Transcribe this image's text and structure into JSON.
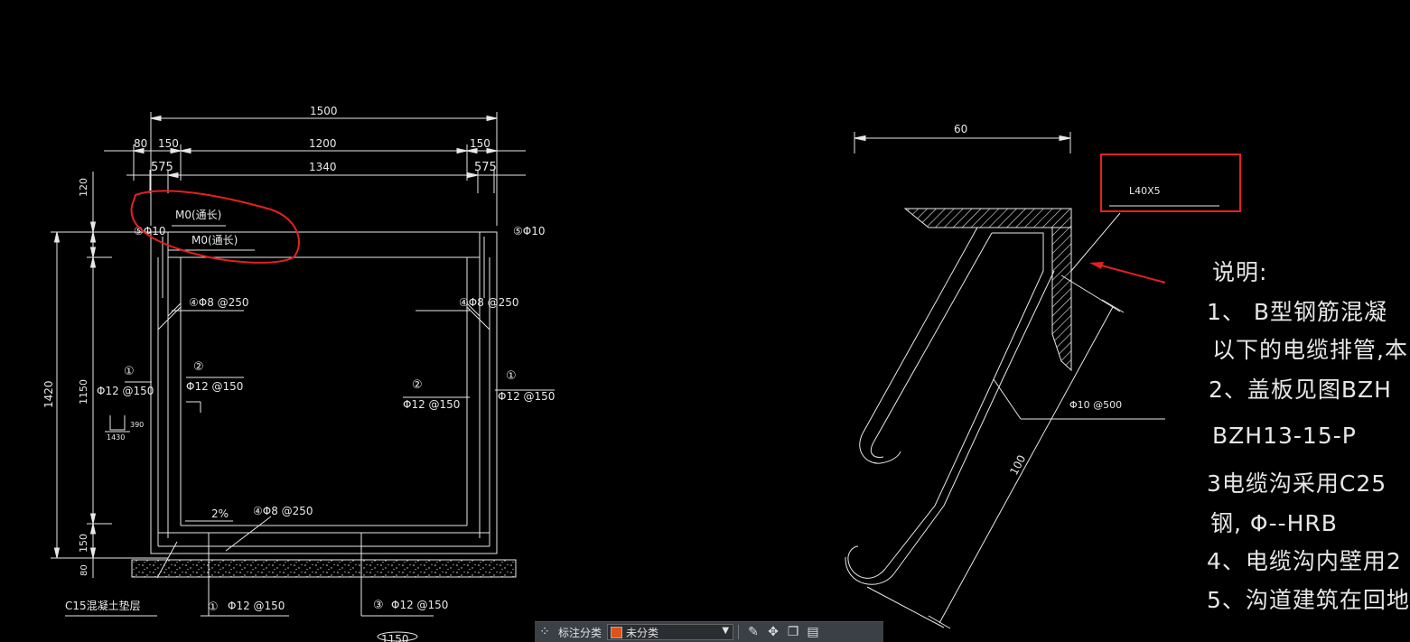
{
  "drawing": {
    "left": {
      "dim_total": "1500",
      "dim_left_80": "80",
      "dim_left_150": "150",
      "dim_mid_1200": "1200",
      "dim_right_150": "150",
      "dim_575_left": "575",
      "dim_1340": "1340",
      "dim_575_right": "575",
      "dim_v_120": "120",
      "dim_v_1420": "1420",
      "dim_v_1150": "1150",
      "dim_v_150": "150",
      "dim_v_80": "80",
      "label_m0_1": "M0(通长)",
      "label_m0_2": "M0(通长)",
      "rebar_phi10_left": "⑤Φ10",
      "rebar_phi10_right": "⑤Φ10",
      "rebar_phi8_left": "④Φ8 @250",
      "rebar_phi8_right": "④Φ8 @250",
      "circle1_left": "①",
      "rebar_12_150_left": "Φ12 @150",
      "circle2_left": "②",
      "rebar_12_150_inner_left": "Φ12 @150",
      "circle2_right": "②",
      "rebar_12_150_inner_right": "Φ12 @150",
      "circle1_right": "①",
      "rebar_12_150_right": "Φ12 @150",
      "slope": "2%",
      "rebar_phi8_bottom": "④Φ8 @250",
      "bottom_c1": "①",
      "bottom_c1_rebar": "Φ12 @150",
      "bottom_c3": "③",
      "bottom_c3_rebar": "Φ12 @150",
      "c15_label": "C15混凝土垫层",
      "detail_1430": "1430",
      "detail_390": "390",
      "bottom_partial": "1150"
    },
    "right": {
      "dim_60": "60",
      "angle_label": "L40X5",
      "rebar_label": "Φ10 @500",
      "dim_100": "100"
    }
  },
  "notes": {
    "title": "说明:",
    "line1": "1、 B型钢筋混凝",
    "line2": "以下的电缆排管,本",
    "line3": "2、盖板见图BZH",
    "line4": "BZH13-15-P",
    "line5": "3电缆沟采用C25",
    "line6": "钢, Φ--HRB",
    "line7": "4、电缆沟内壁用2",
    "line8": "5、沟道建筑在回地"
  },
  "toolbar": {
    "label": "标注分类",
    "select_value": "未分类",
    "swatch_color": "#e0521c",
    "icons": [
      "grid-icon",
      "edit-icon",
      "move-icon",
      "copy-icon",
      "paste-icon"
    ]
  },
  "colors": {
    "background": "#000000",
    "lines": "#e8e8e8",
    "annotation_red": "#e52020"
  }
}
